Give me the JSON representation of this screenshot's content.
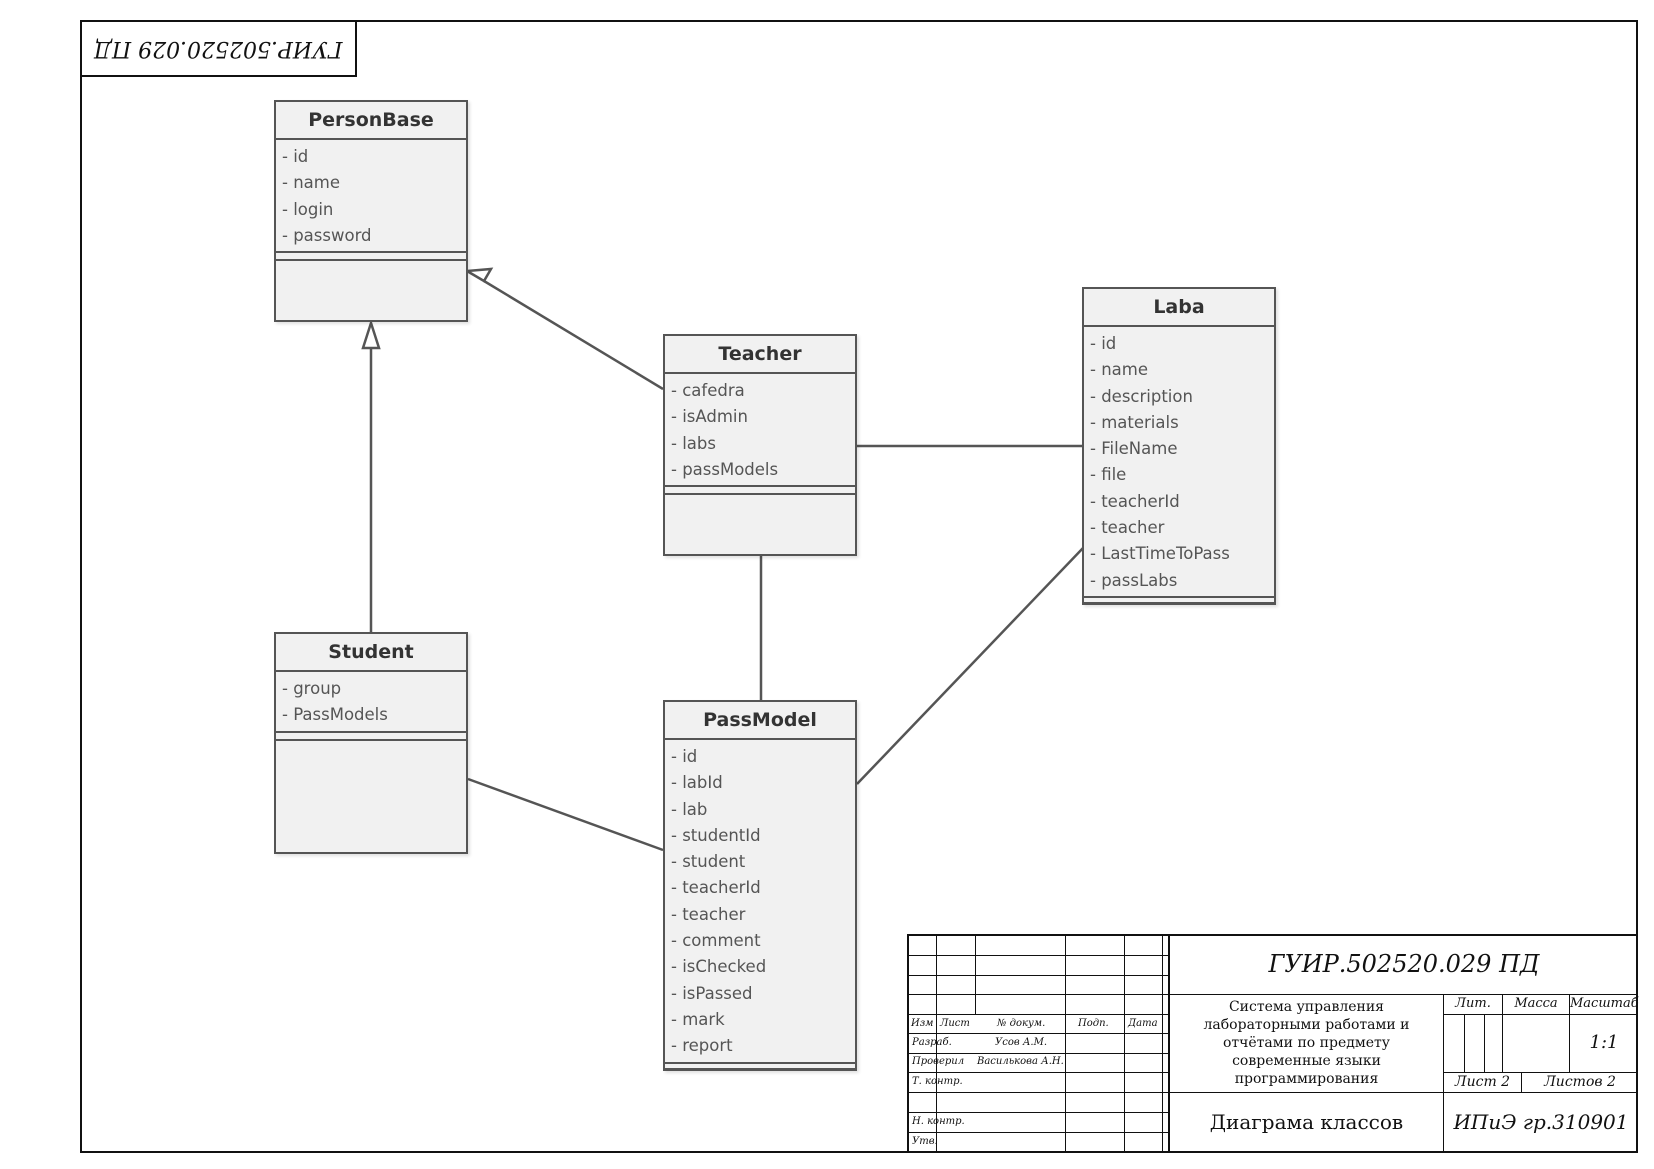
{
  "stamp": {
    "rotated_code": "ГУИР.502520.029 ПД"
  },
  "classes": {
    "personbase": {
      "name": "PersonBase",
      "attributes": [
        "- id",
        "- name",
        "- login",
        "- password"
      ]
    },
    "teacher": {
      "name": "Teacher",
      "attributes": [
        "- cafedra",
        "- isAdmin",
        "- labs",
        "- passModels"
      ]
    },
    "laba": {
      "name": "Laba",
      "attributes": [
        "- id",
        "- name",
        "- description",
        "- materials",
        "- FileName",
        "- file",
        "- teacherId",
        "- teacher",
        "- LastTimeToPass",
        "- passLabs"
      ]
    },
    "student": {
      "name": "Student",
      "attributes": [
        "- group",
        "- PassModels"
      ]
    },
    "passmodel": {
      "name": "PassModel",
      "attributes": [
        "- id",
        "- labId",
        "- lab",
        "- studentId",
        "- student",
        "- teacherId",
        "- teacher",
        "- comment",
        "- isChecked",
        "- isPassed",
        "- mark",
        "- report"
      ]
    }
  },
  "relations": [
    {
      "from": "Teacher",
      "to": "PersonBase",
      "type": "generalization"
    },
    {
      "from": "Student",
      "to": "PersonBase",
      "type": "generalization"
    },
    {
      "from": "Teacher",
      "to": "Laba",
      "type": "association"
    },
    {
      "from": "Teacher",
      "to": "PassModel",
      "type": "association"
    },
    {
      "from": "Student",
      "to": "PassModel",
      "type": "association"
    },
    {
      "from": "PassModel",
      "to": "Laba",
      "type": "association"
    }
  ],
  "title_block": {
    "code": "ГУИР.502520.029 ПД",
    "description": [
      "Система управления",
      "лабораторными работами и",
      "отчётами по предмету",
      "современные языки",
      "программирования"
    ],
    "doc_title": "Диаграма классов",
    "org": "ИПиЭ гр.310901",
    "col_headers": {
      "izm": "Изм",
      "list": "Лист",
      "doc_no": "№ докум.",
      "sign": "Подп.",
      "date": "Дата"
    },
    "roles": {
      "razrab": "Разраб.",
      "proveril": "Проверил",
      "tkontr": "Т. контр.",
      "nkontr": "Н. контр.",
      "utv": "Утв."
    },
    "names": {
      "razrab": "Усов А.М.",
      "proveril": "Василькова А.Н."
    },
    "headers": {
      "lit": "Лит.",
      "massa": "Масса",
      "masshtab": "Масштаб"
    },
    "scale": "1:1",
    "sheet": "Лист 2",
    "sheets": "Листов 2"
  }
}
